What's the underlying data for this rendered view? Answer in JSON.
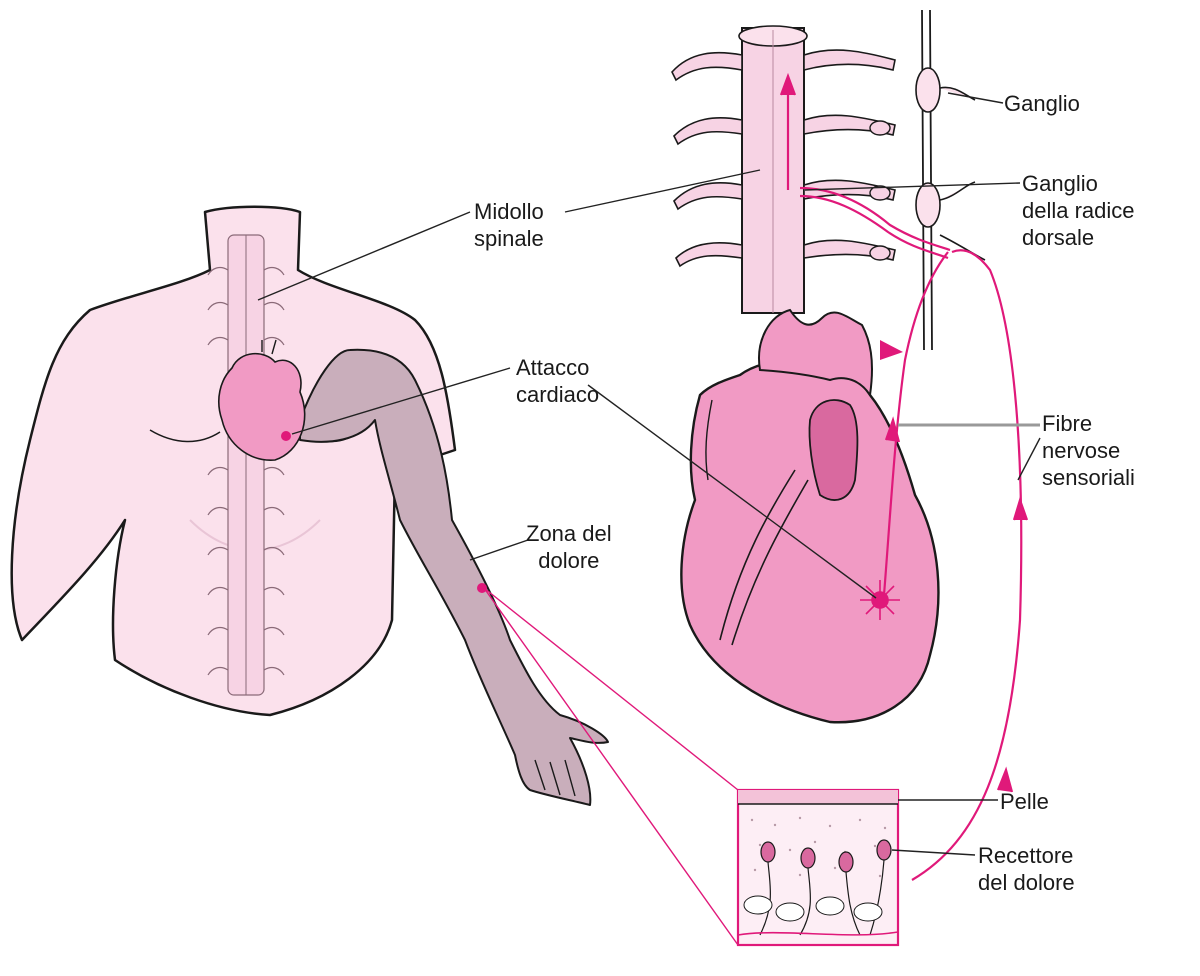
{
  "colors": {
    "skin": "#fbe1ec",
    "skin_outline": "#1a1a1a",
    "arm_pain": "#c9aebb",
    "heart": "#f19ac4",
    "heart_dark": "#d9699f",
    "nerve": "#e0197a",
    "spine": "#f7d3e4",
    "skin_box": "#fdeef5",
    "leader": "#222222"
  },
  "labels": {
    "spinal_cord": {
      "line1": "Midollo",
      "line2": "spinale"
    },
    "heart_attack": {
      "line1": "Attacco",
      "line2": "cardiaco"
    },
    "pain_zone": {
      "line1": "Zona del",
      "line2": "dolore"
    },
    "ganglion": {
      "line1": "Ganglio"
    },
    "dorsal_root_ganglion": {
      "line1": "Ganglio",
      "line2": "della radice",
      "line3": "dorsale"
    },
    "sensory_fibers": {
      "line1": "Fibre",
      "line2": "nervose",
      "line3": "sensoriali"
    },
    "skin": {
      "line1": "Pelle"
    },
    "pain_receptor": {
      "line1": "Recettore",
      "line2": "del dolore"
    }
  }
}
